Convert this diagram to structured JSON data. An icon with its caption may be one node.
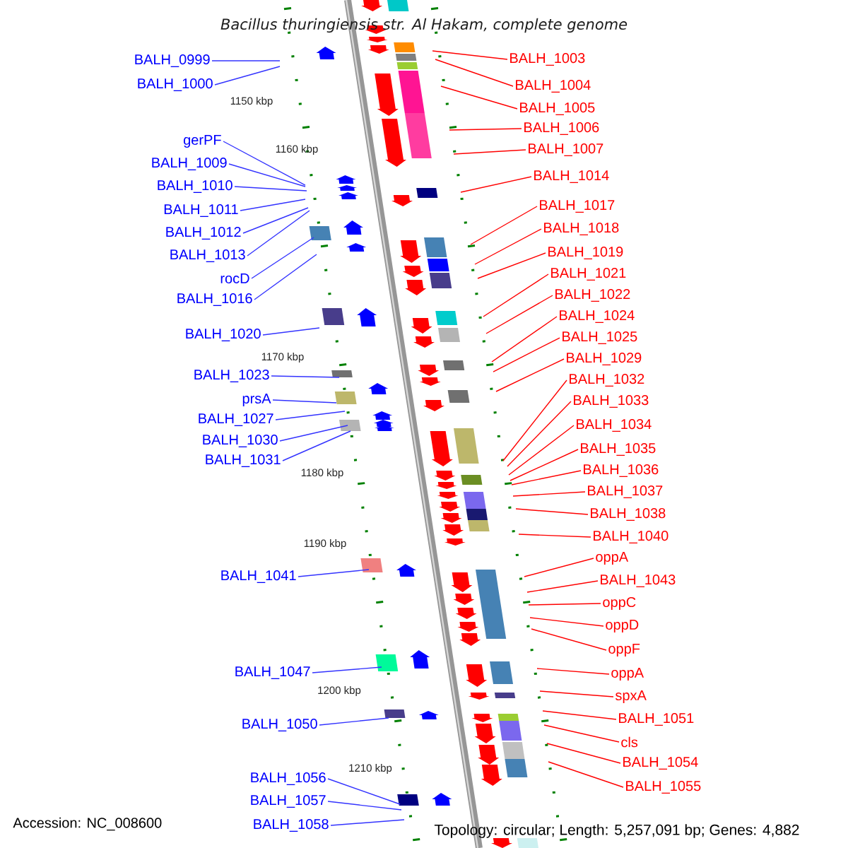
{
  "diagram": {
    "title": "Bacillus thuringiensis str. Al Hakam, complete genome",
    "nodes": [
      {
        "text": [
          "BALH_0999"
        ]
      },
      {
        "text": [
          "BALH_1000"
        ]
      },
      {
        "text": [
          "gerPF"
        ]
      },
      {
        "text": [
          "BALH_1009"
        ]
      },
      {
        "text": [
          "BALH_1010"
        ]
      },
      {
        "text": [
          "BALH_1011"
        ]
      },
      {
        "text": [
          "BALH_1012"
        ]
      },
      {
        "text": [
          "BALH_1013"
        ]
      },
      {
        "text": [
          "rocD"
        ]
      },
      {
        "text": [
          "BALH_1016"
        ]
      },
      {
        "text": [
          "BALH_1020"
        ]
      },
      {
        "text": [
          "BALH_1023"
        ]
      },
      {
        "text": [
          "prsA"
        ]
      },
      {
        "text": [
          "BALH_1027"
        ]
      },
      {
        "text": [
          "BALH_1030"
        ]
      },
      {
        "text": [
          "BALH_1031"
        ]
      },
      {
        "text": [
          "BALH_1041"
        ]
      },
      {
        "text": [
          "BALH_1047"
        ]
      },
      {
        "text": [
          "BALH_1050"
        ]
      },
      {
        "text": [
          "BALH_1056"
        ]
      },
      {
        "text": [
          "BALH_1057"
        ]
      },
      {
        "text": [
          "BALH_1058"
        ]
      },
      {
        "text": [
          "BALH_1003"
        ]
      },
      {
        "text": [
          "BALH_1004"
        ]
      },
      {
        "text": [
          "BALH_1005"
        ]
      },
      {
        "text": [
          "BALH_1006"
        ]
      },
      {
        "text": [
          "BALH_1007"
        ]
      },
      {
        "text": [
          "BALH_1014"
        ]
      },
      {
        "text": [
          "BALH_1017"
        ]
      },
      {
        "text": [
          "BALH_1018"
        ]
      },
      {
        "text": [
          "BALH_1019"
        ]
      },
      {
        "text": [
          "BALH_1021"
        ]
      },
      {
        "text": [
          "BALH_1022"
        ]
      },
      {
        "text": [
          "BALH_1024"
        ]
      },
      {
        "text": [
          "BALH_1025"
        ]
      },
      {
        "text": [
          "BALH_1029"
        ]
      },
      {
        "text": [
          "BALH_1032"
        ]
      },
      {
        "text": [
          "BALH_1033"
        ]
      },
      {
        "text": [
          "BALH_1034"
        ]
      },
      {
        "text": [
          "BALH_1035"
        ]
      },
      {
        "text": [
          "BALH_1036"
        ]
      },
      {
        "text": [
          "BALH_1037"
        ]
      },
      {
        "text": [
          "BALH_1038"
        ]
      },
      {
        "text": [
          "BALH_1040"
        ]
      },
      {
        "text": [
          "oppA"
        ]
      },
      {
        "text": [
          "BALH_1043"
        ]
      },
      {
        "text": [
          "oppC"
        ]
      },
      {
        "text": [
          "oppD"
        ]
      },
      {
        "text": [
          "oppF"
        ]
      },
      {
        "text": [
          "oppA"
        ]
      },
      {
        "text": [
          "spxA"
        ]
      },
      {
        "text": [
          "BALH_1051"
        ]
      },
      {
        "text": [
          "cls"
        ]
      },
      {
        "text": [
          "BALH_1054"
        ]
      },
      {
        "text": [
          "BALH_1055"
        ]
      }
    ],
    "edges": [
      {
        "from": 0,
        "to": null,
        "arrow": "none",
        "color": "#3333ff"
      },
      {
        "from": 1,
        "to": null,
        "arrow": "none",
        "color": "#3333ff"
      },
      {
        "from": 2,
        "to": null,
        "arrow": "none",
        "color": "#3333ff"
      },
      {
        "from": 3,
        "to": null,
        "arrow": "none",
        "color": "#3333ff"
      },
      {
        "from": 4,
        "to": null,
        "arrow": "none",
        "color": "#3333ff"
      },
      {
        "from": 5,
        "to": null,
        "arrow": "none",
        "color": "#3333ff"
      },
      {
        "from": 6,
        "to": null,
        "arrow": "none",
        "color": "#3333ff"
      },
      {
        "from": 7,
        "to": null,
        "arrow": "none",
        "color": "#3333ff"
      },
      {
        "from": 8,
        "to": null,
        "arrow": "none",
        "color": "#3333ff"
      },
      {
        "from": 9,
        "to": null,
        "arrow": "none",
        "color": "#3333ff"
      },
      {
        "from": 10,
        "to": null,
        "arrow": "none",
        "color": "#3333ff"
      },
      {
        "from": 11,
        "to": null,
        "arrow": "none",
        "color": "#3333ff"
      },
      {
        "from": 12,
        "to": null,
        "arrow": "none",
        "color": "#3333ff"
      },
      {
        "from": 13,
        "to": null,
        "arrow": "none",
        "color": "#3333ff"
      },
      {
        "from": 14,
        "to": null,
        "arrow": "none",
        "color": "#3333ff"
      },
      {
        "from": 15,
        "to": null,
        "arrow": "none",
        "color": "#3333ff"
      },
      {
        "from": 16,
        "to": null,
        "arrow": "none",
        "color": "#3333ff"
      },
      {
        "from": 17,
        "to": null,
        "arrow": "none",
        "color": "#3333ff"
      },
      {
        "from": 18,
        "to": null,
        "arrow": "none",
        "color": "#3333ff"
      },
      {
        "from": 19,
        "to": null,
        "arrow": "none",
        "color": "#3333ff"
      },
      {
        "from": 20,
        "to": null,
        "arrow": "none",
        "color": "#3333ff"
      },
      {
        "from": 21,
        "to": null,
        "arrow": "none",
        "color": "#3333ff"
      },
      {
        "from": 22,
        "to": null,
        "arrow": "none"
      },
      {
        "from": 23,
        "to": null,
        "arrow": "none"
      },
      {
        "from": 24,
        "to": null,
        "arrow": "none"
      },
      {
        "from": 25,
        "to": null,
        "arrow": "none"
      },
      {
        "from": 26,
        "to": null,
        "arrow": "none"
      },
      {
        "from": 27,
        "to": null,
        "arrow": "none"
      },
      {
        "from": 28,
        "to": null,
        "arrow": "none"
      },
      {
        "from": 29,
        "to": null,
        "arrow": "none"
      },
      {
        "from": 30,
        "to": null,
        "arrow": "none"
      },
      {
        "from": 31,
        "to": null,
        "arrow": "none"
      },
      {
        "from": 32,
        "to": null,
        "arrow": "none"
      },
      {
        "from": 33,
        "to": null,
        "arrow": "none"
      },
      {
        "from": 34,
        "to": null,
        "arrow": "none"
      },
      {
        "from": 35,
        "to": null,
        "arrow": "none"
      },
      {
        "from": 36,
        "to": null,
        "arrow": "none"
      },
      {
        "from": 37,
        "to": null,
        "arrow": "none"
      },
      {
        "from": 38,
        "to": null,
        "arrow": "none"
      },
      {
        "from": 39,
        "to": null,
        "arrow": "none"
      },
      {
        "from": 40,
        "to": null,
        "arrow": "none"
      },
      {
        "from": 41,
        "to": null,
        "arrow": "none"
      },
      {
        "from": 42,
        "to": null,
        "arrow": "none"
      },
      {
        "from": 43,
        "to": null,
        "arrow": "none"
      },
      {
        "from": 44,
        "to": null,
        "arrow": "none"
      },
      {
        "from": 45,
        "to": null,
        "arrow": "none"
      },
      {
        "from": 46,
        "to": null,
        "arrow": "none"
      },
      {
        "from": 47,
        "to": null,
        "arrow": "none"
      },
      {
        "from": 48,
        "to": null,
        "arrow": "none"
      },
      {
        "from": 49,
        "to": null,
        "arrow": "none"
      },
      {
        "from": 50,
        "to": null,
        "arrow": "none"
      },
      {
        "from": 51,
        "to": null,
        "arrow": "none"
      },
      {
        "from": 52,
        "to": null,
        "arrow": "none"
      },
      {
        "from": 53,
        "to": null,
        "arrow": "none"
      },
      {
        "from": 54,
        "to": null,
        "arrow": "none"
      }
    ],
    "labels": [
      "1150 kbp",
      "1160 kbp",
      "1170 kbp",
      "1180 kbp",
      "1190 kbp",
      "1200 kbp",
      "1210 kbp",
      "Accession: NC_008600",
      "Topology: circular; Length: 5,257,091 bp; Genes: 4,882"
    ]
  }
}
